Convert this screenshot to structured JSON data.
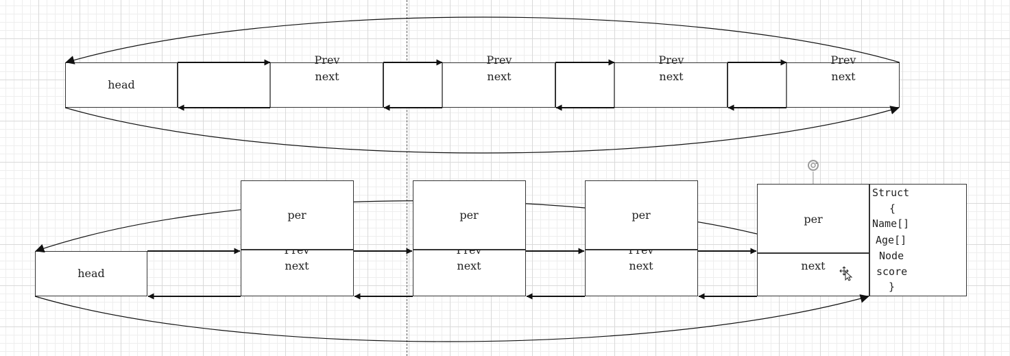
{
  "top_list": {
    "head_label": "head",
    "nodes": [
      {
        "prev": "Prev",
        "next": "next"
      },
      {
        "prev": "Prev",
        "next": "next"
      },
      {
        "prev": "Prev",
        "next": "next"
      },
      {
        "prev": "Prev",
        "next": "next"
      }
    ]
  },
  "bottom_list": {
    "head_label": "head",
    "nodes": [
      {
        "per": "per",
        "prev": "Prev",
        "next": "next"
      },
      {
        "per": "per",
        "prev": "Prev",
        "next": "next"
      },
      {
        "per": "per",
        "prev": "Prev",
        "next": "next"
      },
      {
        "per": "per",
        "next": "next"
      }
    ]
  },
  "struct_box": {
    "lines": [
      "Struct",
      "{",
      "Name[]",
      "Age[]",
      "Node",
      "score",
      "}"
    ]
  },
  "colors": {
    "line": "#111111",
    "grid_major": "#d9d9d9",
    "grid_minor": "#eeeeee"
  }
}
